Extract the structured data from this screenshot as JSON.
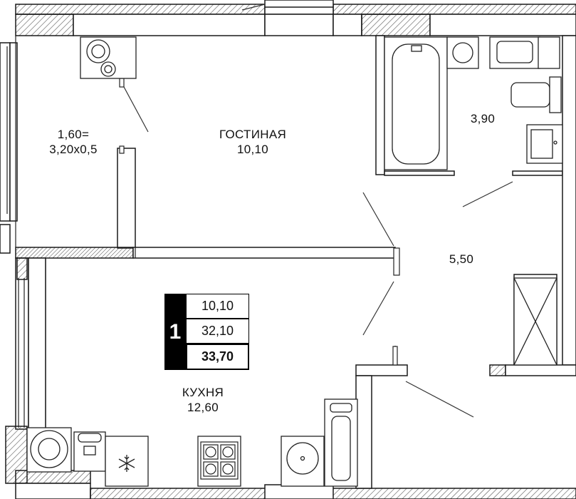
{
  "rooms": {
    "living": {
      "name": "ГОСТИНАЯ",
      "area": "10,10"
    },
    "kitchen": {
      "name": "КУХНЯ",
      "area": "12,60"
    },
    "balcony": {
      "formula": "1,60=",
      "dims": "3,20x0,5"
    },
    "bathroom": {
      "area": "3,90"
    },
    "hall": {
      "area": "5,50"
    }
  },
  "summary": {
    "rooms_count": "1",
    "living_area": "10,10",
    "total_area": "32,10",
    "total_with_balcony": "33,70"
  },
  "colors": {
    "wall_fill": "#ffffff",
    "wall_stroke": "#1a1a1a",
    "hatch": "#555555",
    "badge_dark": "#000000"
  },
  "icons": [
    "snowflake-icon",
    "stove-icon",
    "sink-icon",
    "bathtub-icon",
    "toilet-icon",
    "washing-machine-icon",
    "boiler-icon"
  ]
}
